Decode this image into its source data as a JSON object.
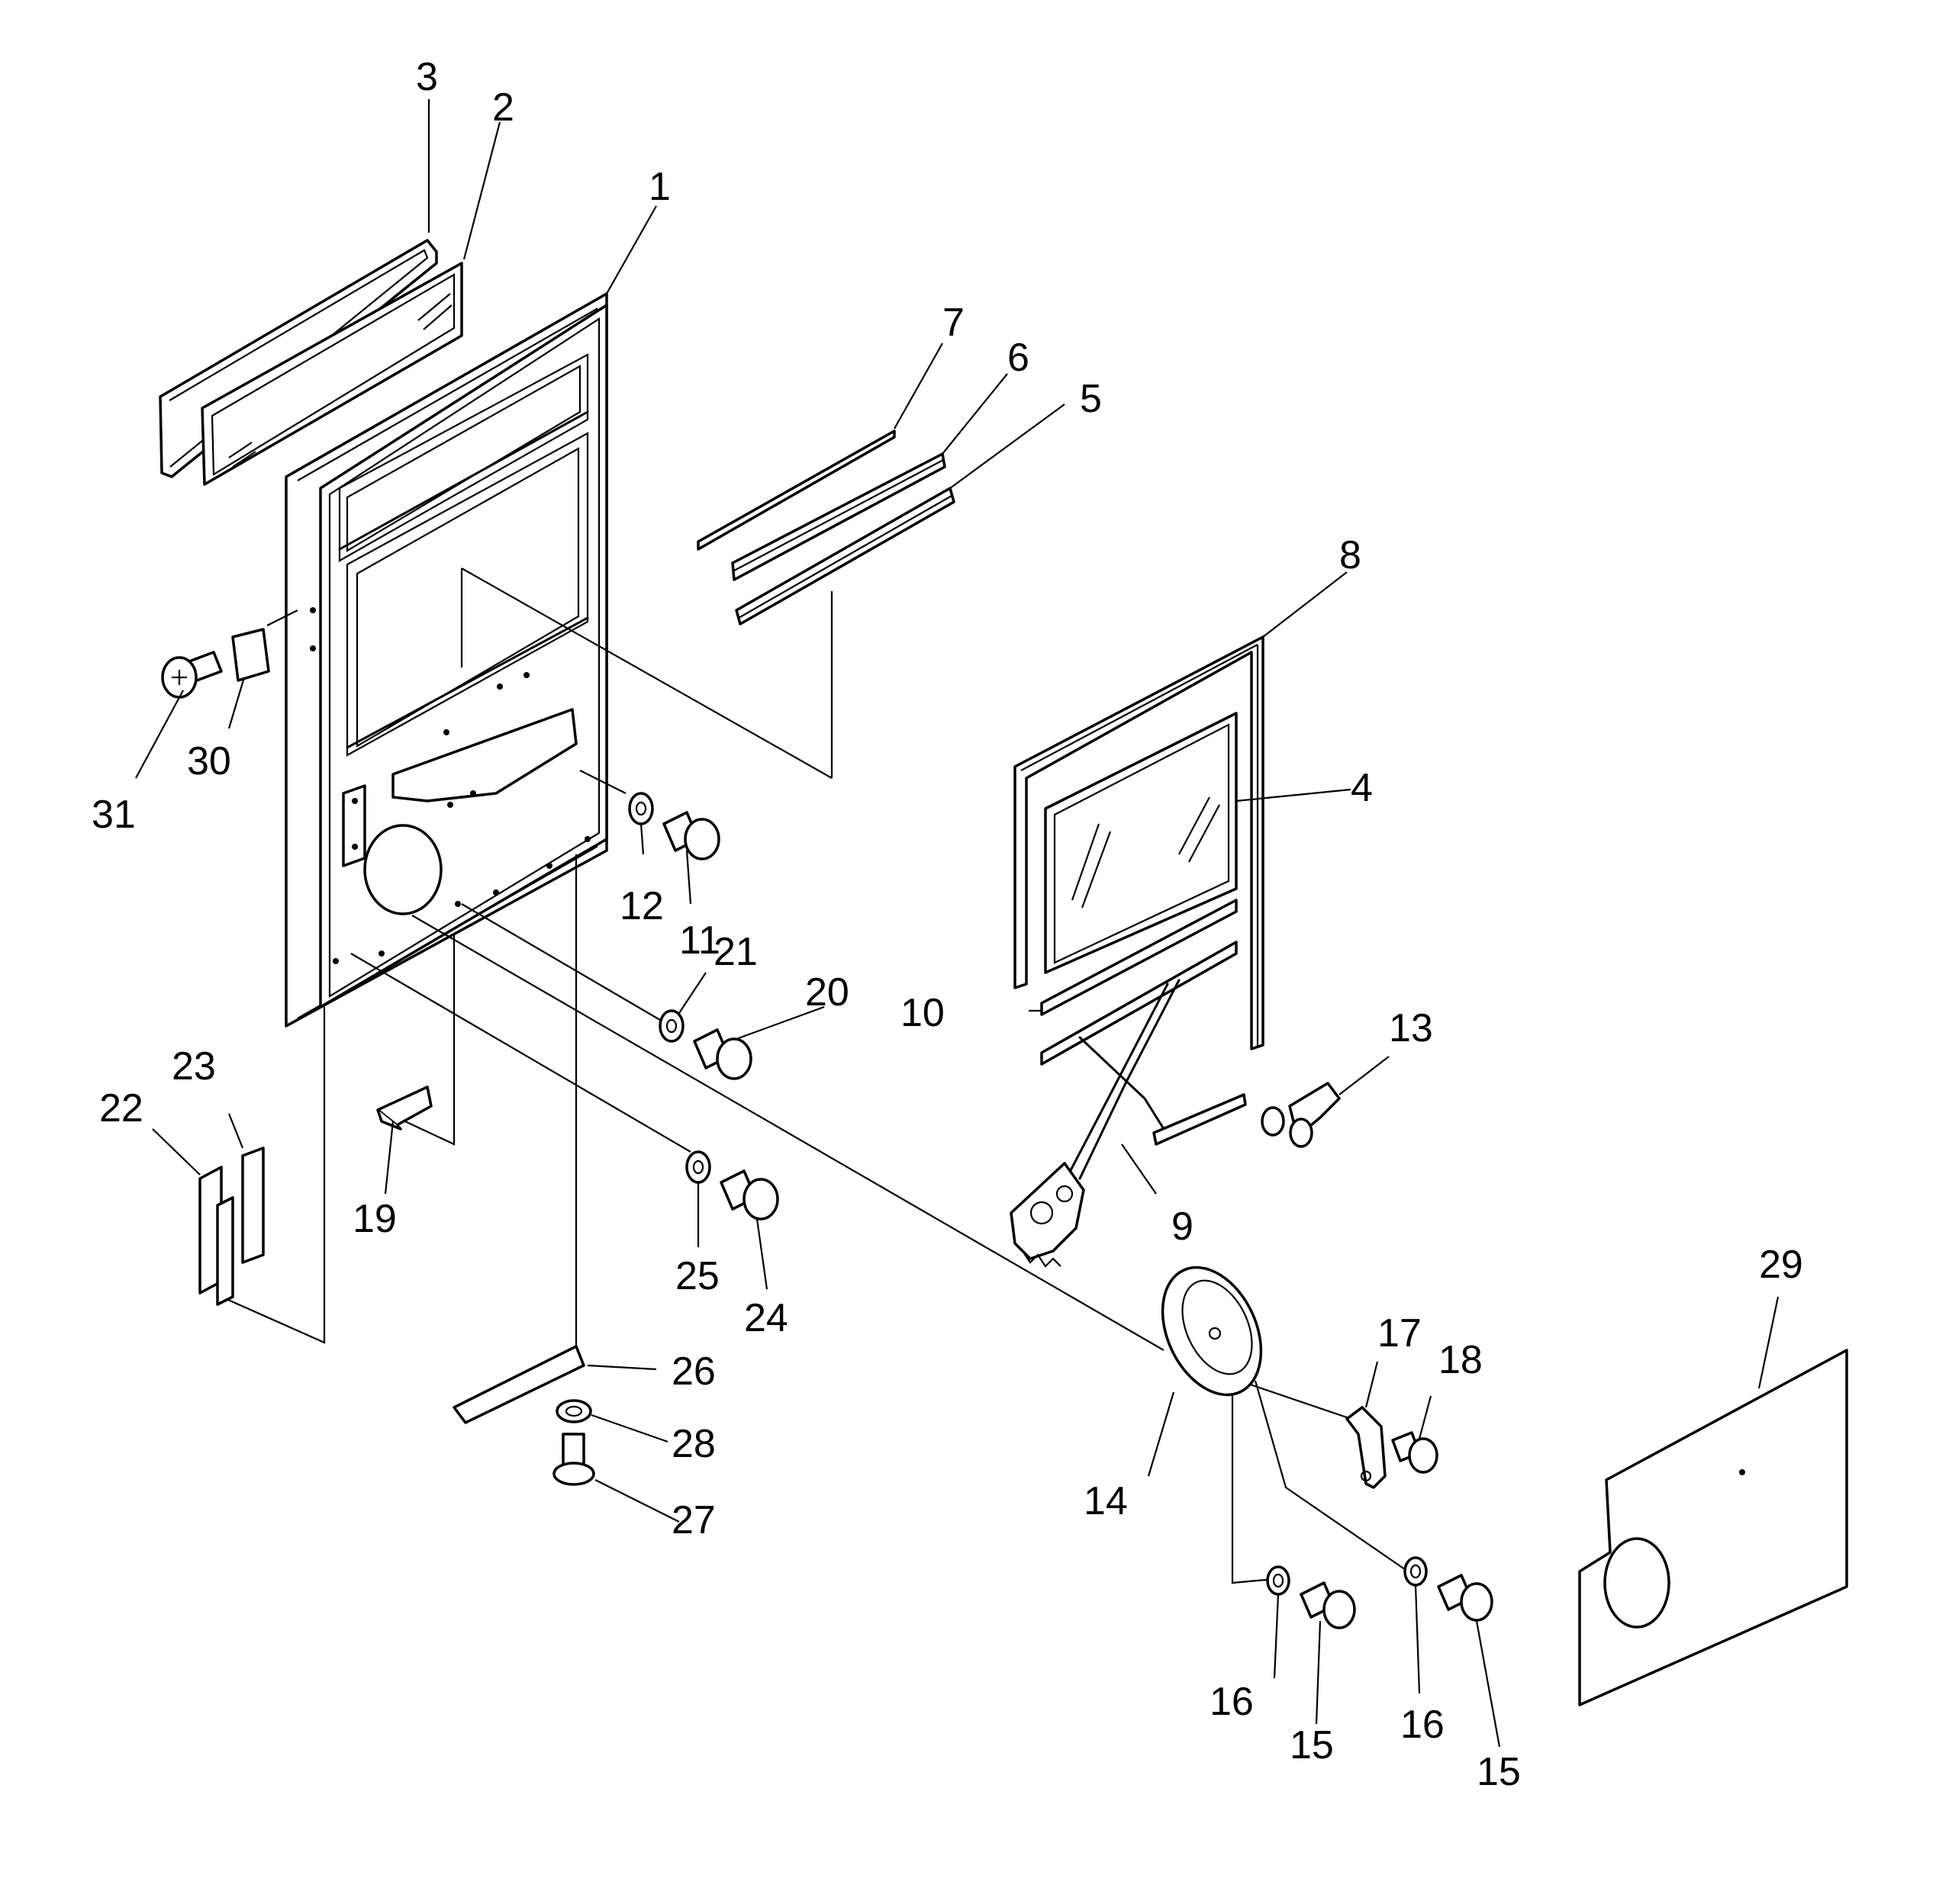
{
  "callouts": [
    {
      "id": "c1",
      "label": "1"
    },
    {
      "id": "c2",
      "label": "2"
    },
    {
      "id": "c3",
      "label": "3"
    },
    {
      "id": "c4",
      "label": "4"
    },
    {
      "id": "c5",
      "label": "5"
    },
    {
      "id": "c6",
      "label": "6"
    },
    {
      "id": "c7",
      "label": "7"
    },
    {
      "id": "c8",
      "label": "8"
    },
    {
      "id": "c9",
      "label": "9"
    },
    {
      "id": "c10",
      "label": "10"
    },
    {
      "id": "c11",
      "label": "11"
    },
    {
      "id": "c12",
      "label": "12"
    },
    {
      "id": "c13",
      "label": "13"
    },
    {
      "id": "c14",
      "label": "14"
    },
    {
      "id": "c15a",
      "label": "15"
    },
    {
      "id": "c15b",
      "label": "15"
    },
    {
      "id": "c16a",
      "label": "16"
    },
    {
      "id": "c16b",
      "label": "16"
    },
    {
      "id": "c17",
      "label": "17"
    },
    {
      "id": "c18",
      "label": "18"
    },
    {
      "id": "c19",
      "label": "19"
    },
    {
      "id": "c20",
      "label": "20"
    },
    {
      "id": "c21",
      "label": "21"
    },
    {
      "id": "c22",
      "label": "22"
    },
    {
      "id": "c23",
      "label": "23"
    },
    {
      "id": "c24",
      "label": "24"
    },
    {
      "id": "c25",
      "label": "25"
    },
    {
      "id": "c26",
      "label": "26"
    },
    {
      "id": "c27",
      "label": "27"
    },
    {
      "id": "c28",
      "label": "28"
    },
    {
      "id": "c29",
      "label": "29"
    },
    {
      "id": "c30",
      "label": "30"
    },
    {
      "id": "c31",
      "label": "31"
    }
  ]
}
